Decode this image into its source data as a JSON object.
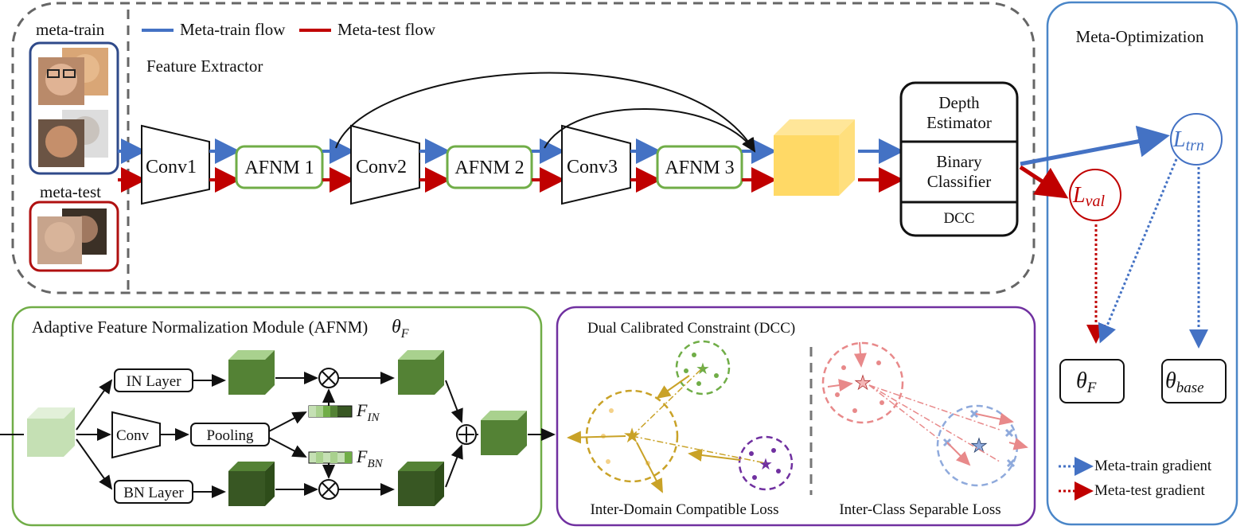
{
  "legend": {
    "meta_train_flow": "Meta-train flow",
    "meta_test_flow": "Meta-test flow",
    "meta_train_gradient": "Meta-train gradient",
    "meta_test_gradient": "Meta-test gradient"
  },
  "inputs": {
    "meta_train": "meta-train",
    "meta_test": "meta-test"
  },
  "feature_extractor": {
    "title": "Feature Extractor",
    "conv1": "Conv1",
    "conv2": "Conv2",
    "conv3": "Conv3",
    "afnm1": "AFNM 1",
    "afnm2": "AFNM 2",
    "afnm3": "AFNM 3"
  },
  "heads": {
    "depth_estimator_1": "Depth",
    "depth_estimator_2": "Estimator",
    "binary_classifier_1": "Binary",
    "binary_classifier_2": "Classifier",
    "dcc": "DCC"
  },
  "meta_opt": {
    "title": "Meta-Optimization",
    "l_trn": "L",
    "l_trn_sub": "trn",
    "l_val": "L",
    "l_val_sub": "val",
    "theta_f": "θ",
    "theta_f_sub": "F",
    "theta_base": "θ",
    "theta_base_sub": "base"
  },
  "afnm": {
    "title": "Adaptive Feature Normalization Module (AFNM)",
    "theta": "θ",
    "theta_sub": "F",
    "in_layer": "IN Layer",
    "bn_layer": "BN Layer",
    "conv": "Conv",
    "pooling": "Pooling",
    "f_in": "F",
    "f_in_sub": "IN",
    "f_bn": "F",
    "f_bn_sub": "BN"
  },
  "dcc": {
    "title": "Dual Calibrated Constraint (DCC)",
    "inter_domain": "Inter-Domain Compatible Loss",
    "inter_class": "Inter-Class Separable Loss"
  },
  "colors": {
    "blue": "#4472c4",
    "red": "#c00000",
    "green": "#70ad47",
    "dark_green": "#385723",
    "yellow": "#ffd966",
    "gold": "#c9a227",
    "purple": "#7030a0",
    "pink": "#e8898a",
    "light_blue": "#8faadc"
  }
}
